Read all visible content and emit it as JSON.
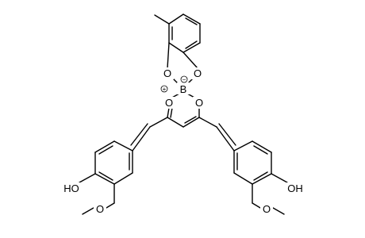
{
  "atoms": {
    "methyl_label": "",
    "o_cat1": "O",
    "o_cat2": "O",
    "boron": "B",
    "o_ring_left": "O",
    "o_ring_right": "O",
    "ho_left": "HO",
    "o_methoxy_left": "O",
    "oh_right": "OH",
    "o_methoxy_right": "O"
  },
  "charges": {
    "boron": "−",
    "o_ring_left": "+"
  },
  "colors": {
    "bond": "#000000",
    "background": "#ffffff"
  }
}
